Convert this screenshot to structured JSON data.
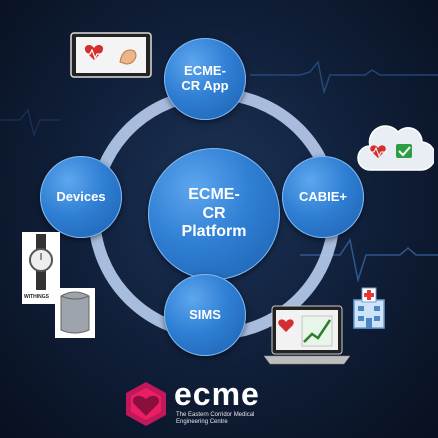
{
  "center": {
    "label": "ECME-\nCR\nPlatform"
  },
  "nodes": {
    "app": "ECME-\nCR App",
    "devices": "Devices",
    "cabie": "CABIE+",
    "sims": "SIMS"
  },
  "brand": {
    "wordmark": "ecme",
    "tagline": "The Eastern Corridor Medical\nEngineering Centre",
    "withings": "WITHINGS"
  },
  "colors": {
    "background": "#0f1d36",
    "node_fill": "#2f7fd4",
    "ring": "#b9cdee",
    "logo_pink": "#d81b60",
    "ecg_line": "#3c6fb0"
  },
  "icons": [
    "tablet-heart-icon",
    "cloud-check-icon",
    "laptop-chart-icon",
    "hospital-icon",
    "smartwatch-icon",
    "blood-pressure-cuff-icon",
    "ecme-heart-logo-icon"
  ]
}
